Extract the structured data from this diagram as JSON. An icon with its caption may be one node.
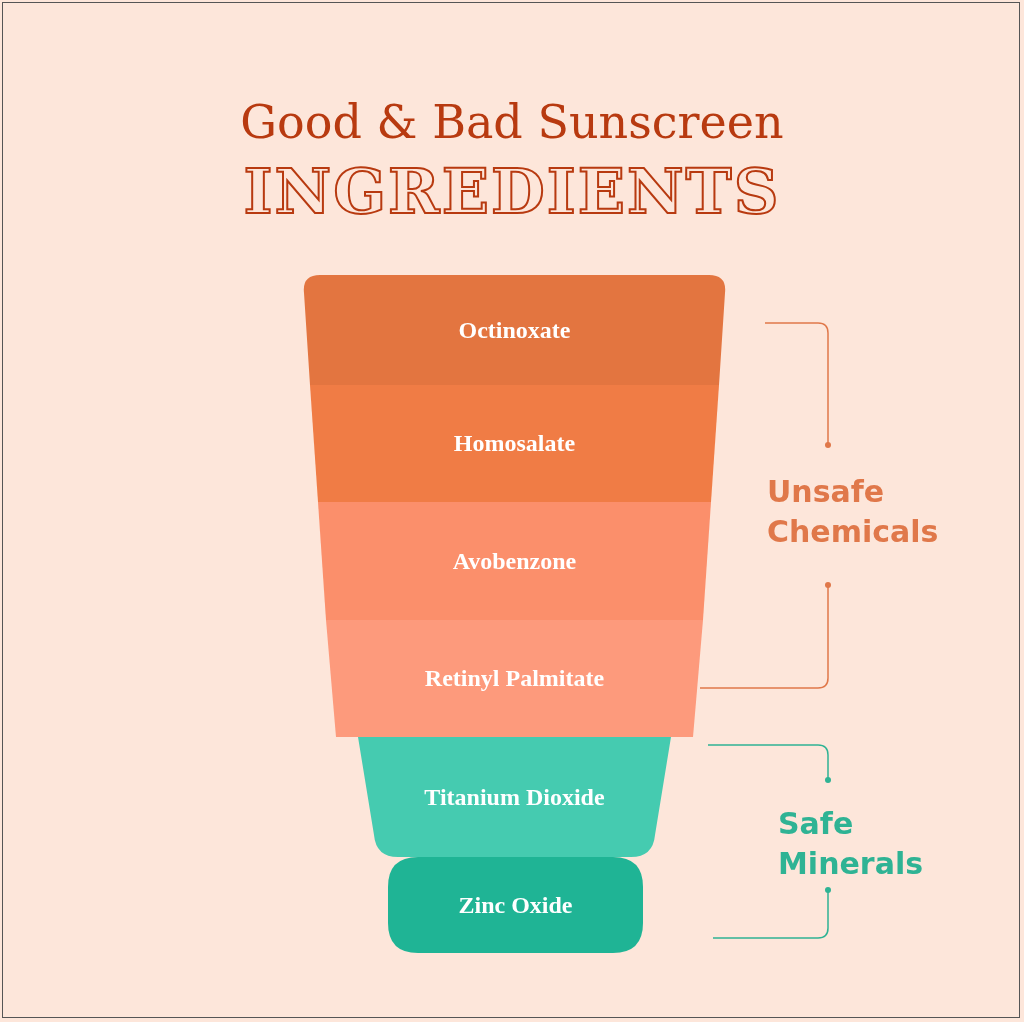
{
  "diagram": {
    "title": "Good & Bad Sunscreen INGREDIENTS",
    "nodes": [
      {
        "text": [
          "Octinoxate"
        ]
      },
      {
        "text": [
          "Homosalate"
        ]
      },
      {
        "text": [
          "Avobenzone"
        ]
      },
      {
        "text": [
          "Retinyl Palmitate"
        ]
      },
      {
        "text": [
          "Titanium Dioxide"
        ]
      },
      {
        "text": [
          "Zinc Oxide"
        ]
      }
    ],
    "labels": [
      "Unsafe Chemicals",
      "Safe Minerals"
    ]
  }
}
